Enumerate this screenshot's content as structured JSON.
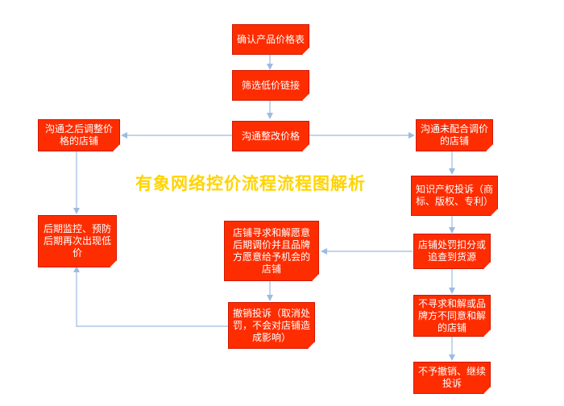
{
  "diagram": {
    "title": "有象网络控价流程流程图解析",
    "colors": {
      "node_fill": "#fe2d00",
      "node_text": "#ffffff",
      "connector": "#9dbbe0",
      "title": "#ffd400"
    },
    "nodes": {
      "confirm_price_list": "确认产品价格表",
      "filter_low_price_links": "筛选低价链接",
      "communicate_price_change": "沟通整改价格",
      "store_adjusted_after_communication": "沟通之后调整价格的店铺",
      "store_not_cooperating": "沟通未配合调价的店铺",
      "ip_complaint": "知识产权投诉（商标、版权、专利）",
      "later_monitoring": "后期监控、预防后期再次出现低价",
      "store_seeks_settlement": "店铺寻求和解愿意后期调价并且品牌方愿意给予机会的店铺",
      "store_penalized": "店铺处罚扣分或追查到货源",
      "withdraw_complaint": "撤销投诉（取消处罚，不会对店铺造成影响）",
      "no_settlement_store": "不寻求和解或品牌方不同意和解的店铺",
      "no_withdraw_continue": "不予撤销、继续投诉"
    }
  }
}
